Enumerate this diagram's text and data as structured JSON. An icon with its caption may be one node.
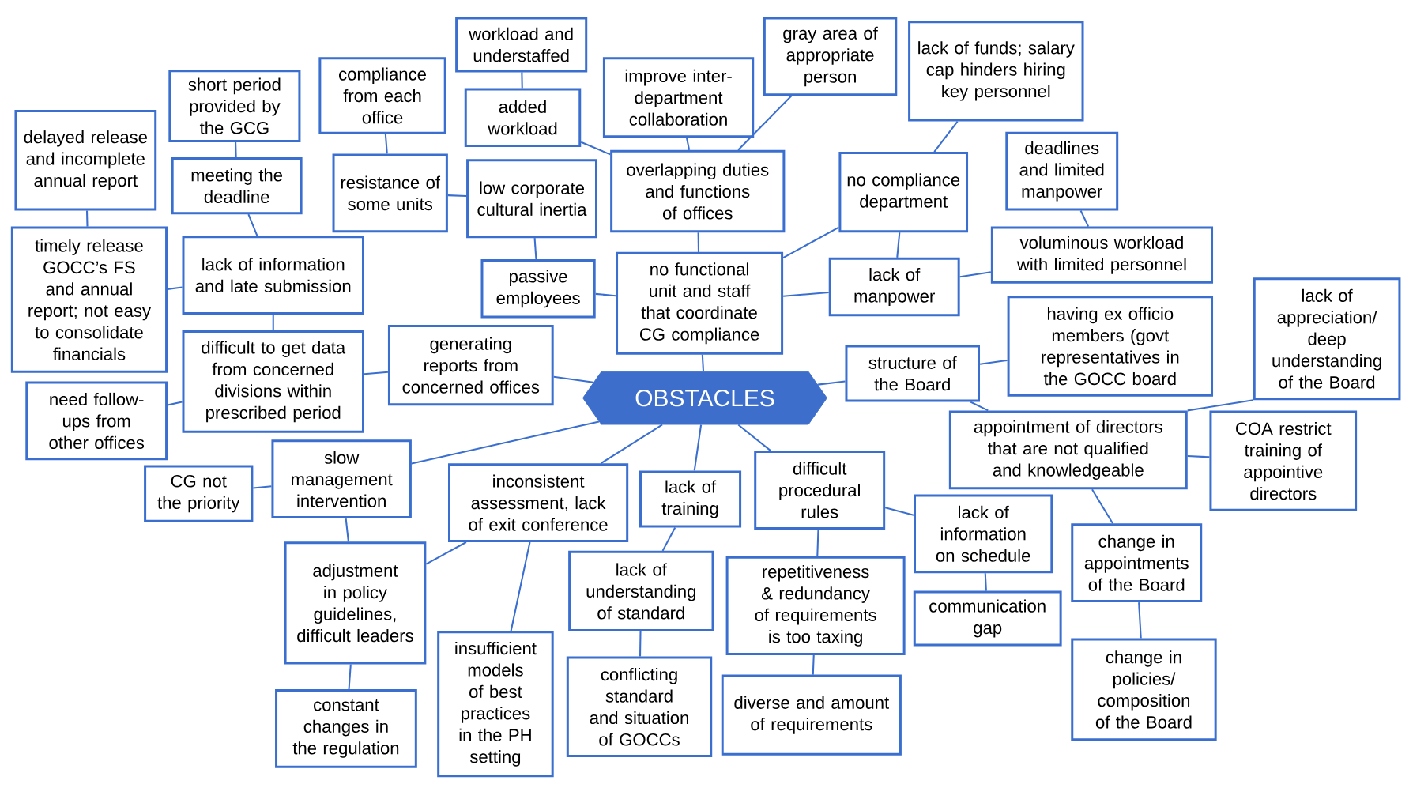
{
  "diagram": {
    "nodes": [
      {
        "text": [
          "OBSTACLES"
        ]
      },
      {
        "text": [
          "workload and understaffed"
        ]
      },
      {
        "text": [
          "added workload"
        ]
      },
      {
        "text": [
          "compliance from each office"
        ]
      },
      {
        "text": [
          "short period provided by the GCG"
        ]
      },
      {
        "text": [
          "delayed release and incomplete annual report"
        ]
      },
      {
        "text": [
          "meeting the deadline"
        ]
      },
      {
        "text": [
          "resistance of some units"
        ]
      },
      {
        "text": [
          "low corporate cultural inertia"
        ]
      },
      {
        "text": [
          "improve inter-department collaboration"
        ]
      },
      {
        "text": [
          "gray area of appropriate person"
        ]
      },
      {
        "text": [
          "lack of funds; salary cap hinders hiring key personnel"
        ]
      },
      {
        "text": [
          "overlapping duties and functions of offices"
        ]
      },
      {
        "text": [
          "no compliance department"
        ]
      },
      {
        "text": [
          "deadlines and limited manpower"
        ]
      },
      {
        "text": [
          "timely release GOCC’s FS and annual report; not easy to consolidate financials"
        ]
      },
      {
        "text": [
          "lack of information and late submission"
        ]
      },
      {
        "text": [
          "passive employees"
        ]
      },
      {
        "text": [
          "no functional unit and staff that coordinate CG compliance"
        ]
      },
      {
        "text": [
          "lack of manpower"
        ]
      },
      {
        "text": [
          "voluminous workload with limited personnel"
        ]
      },
      {
        "text": [
          "difficult to get data from concerned divisions within prescribed period"
        ]
      },
      {
        "text": [
          "generating reports from concerned offices"
        ]
      },
      {
        "text": [
          "structure of the Board"
        ]
      },
      {
        "text": [
          "having ex officio members (govt representatives in the GOCC board"
        ]
      },
      {
        "text": [
          "lack of appreciation/ deep understanding of the Board"
        ]
      },
      {
        "text": [
          "need follow-ups from other offices"
        ]
      },
      {
        "text": [
          "slow management intervention"
        ]
      },
      {
        "text": [
          "CG not the priority"
        ]
      },
      {
        "text": [
          "inconsistent assessment, lack of exit conference"
        ]
      },
      {
        "text": [
          "lack of training"
        ]
      },
      {
        "text": [
          "difficult procedural rules"
        ]
      },
      {
        "text": [
          "appointment of directors that are not qualified and knowledgeable"
        ]
      },
      {
        "text": [
          "COA restrict training of appointive directors"
        ]
      },
      {
        "text": [
          "lack of information on schedule"
        ]
      },
      {
        "text": [
          "adjustment in policy guidelines, difficult leaders"
        ]
      },
      {
        "text": [
          "lack of understanding of standard"
        ]
      },
      {
        "text": [
          "repetitiveness & redundancy of requirements is too taxing"
        ]
      },
      {
        "text": [
          "change in appointments of the Board"
        ]
      },
      {
        "text": [
          "communication gap"
        ]
      },
      {
        "text": [
          "insufficient models of best practices in the PH setting"
        ]
      },
      {
        "text": [
          "conflicting standard and situation of GOCCs"
        ]
      },
      {
        "text": [
          "diverse and amount of requirements"
        ]
      },
      {
        "text": [
          "constant changes in the regulation"
        ]
      },
      {
        "text": [
          "change in policies/ composition of the Board"
        ]
      }
    ],
    "edges": [
      {
        "from": 0,
        "to": 22,
        "arrow": "none"
      },
      {
        "from": 0,
        "to": 18,
        "arrow": "none"
      },
      {
        "from": 0,
        "to": 23,
        "arrow": "none"
      },
      {
        "from": 0,
        "to": 27,
        "arrow": "none"
      },
      {
        "from": 0,
        "to": 29,
        "arrow": "none"
      },
      {
        "from": 0,
        "to": 30,
        "arrow": "none"
      },
      {
        "from": 0,
        "to": 31,
        "arrow": "none"
      },
      {
        "from": 1,
        "to": 2,
        "arrow": "none"
      },
      {
        "from": 2,
        "to": 12,
        "arrow": "none"
      },
      {
        "from": 3,
        "to": 7,
        "arrow": "none"
      },
      {
        "from": 4,
        "to": 6,
        "arrow": "none"
      },
      {
        "from": 6,
        "to": 16,
        "arrow": "none"
      },
      {
        "from": 5,
        "to": 15,
        "arrow": "none"
      },
      {
        "from": 15,
        "to": 16,
        "arrow": "none"
      },
      {
        "from": 16,
        "to": 21,
        "arrow": "none"
      },
      {
        "from": 21,
        "to": 22,
        "arrow": "none"
      },
      {
        "from": 21,
        "to": 26,
        "arrow": "none"
      },
      {
        "from": 7,
        "to": 8,
        "arrow": "none"
      },
      {
        "from": 8,
        "to": 17,
        "arrow": "none"
      },
      {
        "from": 17,
        "to": 18,
        "arrow": "none"
      },
      {
        "from": 9,
        "to": 12,
        "arrow": "none"
      },
      {
        "from": 10,
        "to": 12,
        "arrow": "none"
      },
      {
        "from": 12,
        "to": 18,
        "arrow": "none"
      },
      {
        "from": 18,
        "to": 13,
        "arrow": "none"
      },
      {
        "from": 18,
        "to": 19,
        "arrow": "none"
      },
      {
        "from": 13,
        "to": 11,
        "arrow": "none"
      },
      {
        "from": 13,
        "to": 19,
        "arrow": "none"
      },
      {
        "from": 14,
        "to": 20,
        "arrow": "none"
      },
      {
        "from": 19,
        "to": 20,
        "arrow": "none"
      },
      {
        "from": 23,
        "to": 24,
        "arrow": "none"
      },
      {
        "from": 23,
        "to": 32,
        "arrow": "none"
      },
      {
        "from": 32,
        "to": 25,
        "arrow": "none"
      },
      {
        "from": 32,
        "to": 33,
        "arrow": "none"
      },
      {
        "from": 32,
        "to": 38,
        "arrow": "none"
      },
      {
        "from": 38,
        "to": 44,
        "arrow": "none"
      },
      {
        "from": 27,
        "to": 28,
        "arrow": "none"
      },
      {
        "from": 27,
        "to": 35,
        "arrow": "none"
      },
      {
        "from": 35,
        "to": 43,
        "arrow": "none"
      },
      {
        "from": 29,
        "to": 35,
        "arrow": "none"
      },
      {
        "from": 29,
        "to": 40,
        "arrow": "none"
      },
      {
        "from": 30,
        "to": 36,
        "arrow": "none"
      },
      {
        "from": 36,
        "to": 41,
        "arrow": "none"
      },
      {
        "from": 31,
        "to": 37,
        "arrow": "none"
      },
      {
        "from": 37,
        "to": 42,
        "arrow": "none"
      },
      {
        "from": 31,
        "to": 34,
        "arrow": "none"
      },
      {
        "from": 34,
        "to": 39,
        "arrow": "none"
      }
    ]
  }
}
